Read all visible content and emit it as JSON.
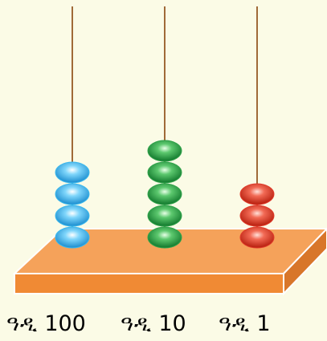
{
  "abacus": {
    "colors": {
      "background": "#fbfbe6",
      "board_top": "#f5a25a",
      "board_front": "#f08a34",
      "board_side": "#d8762a",
      "board_edge": "#ffffff",
      "rod": "#a06a38",
      "bead_blue": "#39b8ee",
      "bead_green": "#2fa24a",
      "bead_red": "#e03a2a"
    },
    "rods": [
      {
        "id": "hundreds",
        "prefix": "ዓዲ",
        "value": "100",
        "bead_count": 4,
        "bead_color": "bead_blue"
      },
      {
        "id": "tens",
        "prefix": "ዓዲ",
        "value": "10",
        "bead_count": 5,
        "bead_color": "bead_green"
      },
      {
        "id": "ones",
        "prefix": "ዓዲ",
        "value": "1",
        "bead_count": 3,
        "bead_color": "bead_red"
      }
    ]
  }
}
